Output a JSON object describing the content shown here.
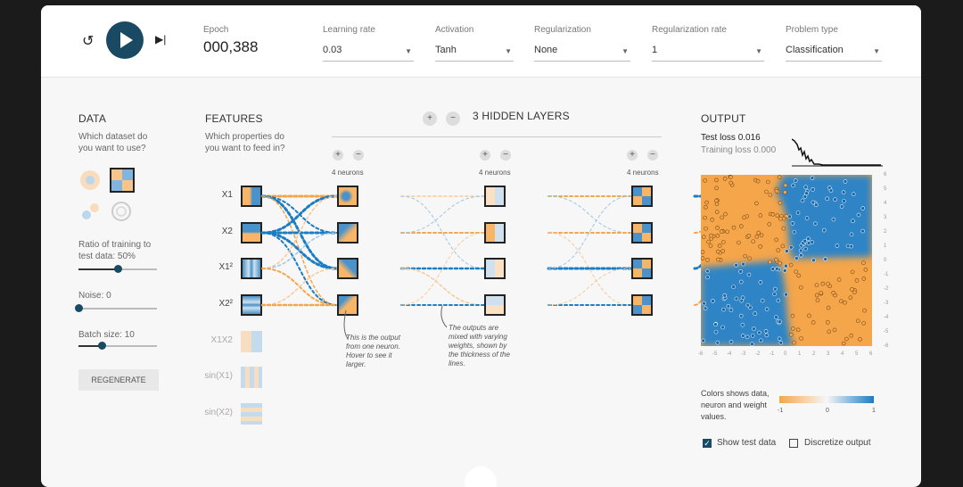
{
  "controls": {
    "epoch_label": "Epoch",
    "epoch_value": "000,388",
    "learning_rate_label": "Learning rate",
    "learning_rate_value": "0.03",
    "activation_label": "Activation",
    "activation_value": "Tanh",
    "regularization_label": "Regularization",
    "regularization_value": "None",
    "regularization_rate_label": "Regularization rate",
    "regularization_rate_value": "1",
    "problem_type_label": "Problem type",
    "problem_type_value": "Classification"
  },
  "data_panel": {
    "title": "DATA",
    "question": "Which dataset do you want to use?",
    "ratio_label": "Ratio of training to test data:",
    "ratio_value": "50%",
    "ratio_fraction": 0.5,
    "noise_label": "Noise:",
    "noise_value": "0",
    "noise_fraction": 0,
    "batch_label": "Batch size:",
    "batch_value": "10",
    "batch_fraction": 0.3,
    "regenerate_label": "REGENERATE"
  },
  "features_panel": {
    "title": "FEATURES",
    "question": "Which properties do you want to feed in?",
    "features": [
      "X1",
      "X2",
      "X1²",
      "X2²",
      "X1X2",
      "sin(X1)",
      "sin(X2)"
    ]
  },
  "network": {
    "hidden_layers_count": "3",
    "hidden_layers_label": "HIDDEN LAYERS",
    "layer_neurons_label": "4 neurons",
    "note_neuron": "This is the output from one neuron. Hover to see it larger.",
    "note_weights": "The outputs are mixed with varying weights, shown by the thickness of the lines."
  },
  "output_panel": {
    "title": "OUTPUT",
    "test_loss_label": "Test loss",
    "test_loss_value": "0.016",
    "training_loss_label": "Training loss",
    "training_loss_value": "0.000",
    "color_legend_text": "Colors shows data, neuron and weight values.",
    "legend_min": "-1",
    "legend_mid": "0",
    "legend_max": "1",
    "show_test_label": "Show test data",
    "show_test_checked": true,
    "discretize_label": "Discretize output",
    "discretize_checked": false,
    "y_ticks": [
      "6",
      "5",
      "4",
      "3",
      "2",
      "1",
      "0",
      "-1",
      "-2",
      "-3",
      "-4",
      "-5",
      "-6"
    ],
    "x_ticks": [
      "-6",
      "-5",
      "-4",
      "-3",
      "-2",
      "-1",
      "0",
      "1",
      "2",
      "3",
      "4",
      "5",
      "6"
    ]
  },
  "colors": {
    "orange": "#f5a54a",
    "blue": "#1b7dc4",
    "dark_button": "#1a4a63"
  }
}
